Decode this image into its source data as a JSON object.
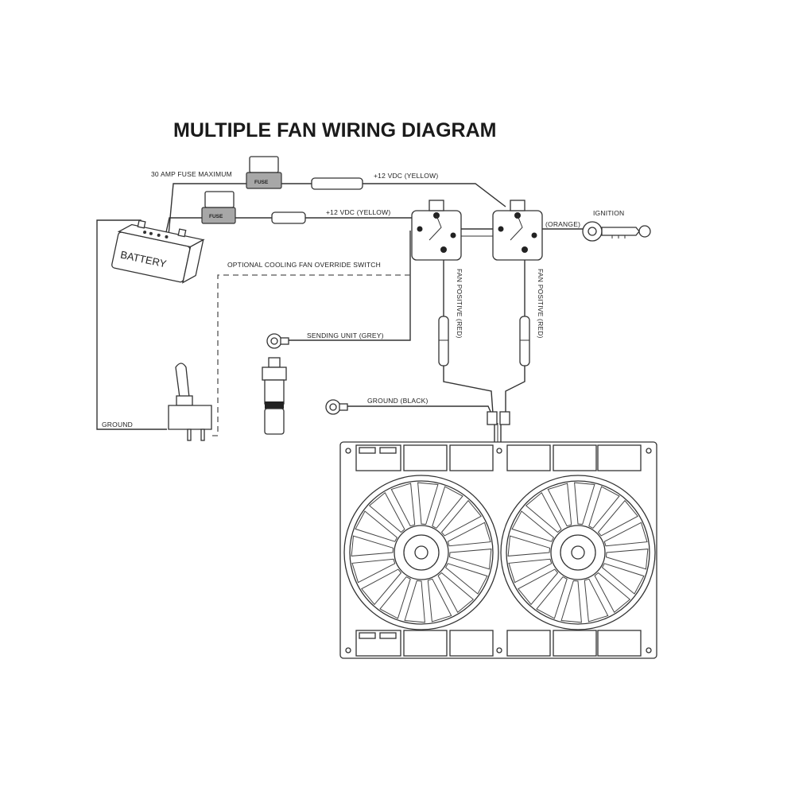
{
  "title": "MULTIPLE FAN WIRING DIAGRAM",
  "labels": {
    "fuse_max": "30 AMP FUSE MAXIMUM",
    "fuse_text": "FUSE",
    "vdc_top": "+12 VDC (YELLOW)",
    "vdc_mid": "+12 VDC (YELLOW)",
    "orange": "(ORANGE)",
    "ignition": "IGNITION",
    "battery": "BATTERY",
    "override": "OPTIONAL COOLING FAN OVERRIDE SWITCH",
    "sending_unit": "SENDING UNIT (GREY)",
    "ground_black": "GROUND (BLACK)",
    "ground": "GROUND",
    "fan_pos_1": "FAN POSITIVE (RED)",
    "fan_pos_2": "FAN POSITIVE (RED)"
  },
  "colors": {
    "line": "#333333",
    "fuse_fill": "#a7a7a7",
    "background": "#ffffff"
  }
}
